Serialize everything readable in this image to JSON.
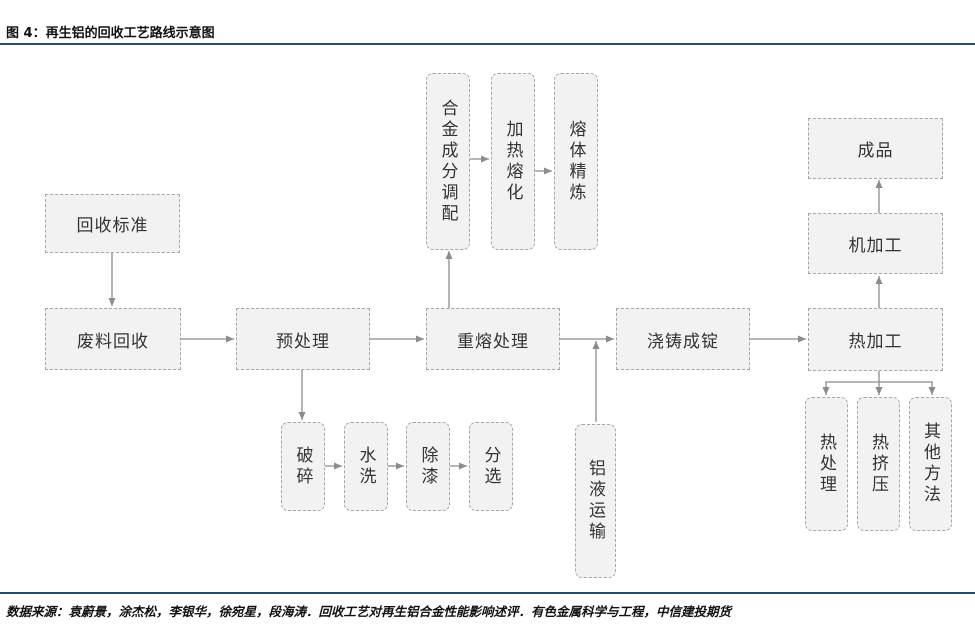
{
  "title": "图 4：再生铝的回收工艺路线示意图",
  "source": "数据来源：袁蔚景，涂杰松，李银华，徐宛星，段海涛．回收工艺对再生铝合金性能影响述评．有色金属科学与工程，中信建投期货",
  "nodes": {
    "standard": "回收标准",
    "scrap": "废料回收",
    "pretreat": "预处理",
    "remelt": "重熔处理",
    "casting": "浇铸成锭",
    "hot_work": "热加工",
    "machining": "机加工",
    "product": "成品",
    "crush": "破碎",
    "wash": "水洗",
    "depaint": "除漆",
    "sort": "分选",
    "alloy": "合金成分调配",
    "heat_melt": "加热熔化",
    "refine": "熔体精炼",
    "transport": "铝液运输",
    "heat_treat": "热处理",
    "extrude": "热挤压",
    "other": "其他方法"
  },
  "colors": {
    "rule": "#1f4e79",
    "box_fill": "#f2f2f2",
    "box_border": "#a6a6a6",
    "arrow": "#8c8c8c"
  }
}
